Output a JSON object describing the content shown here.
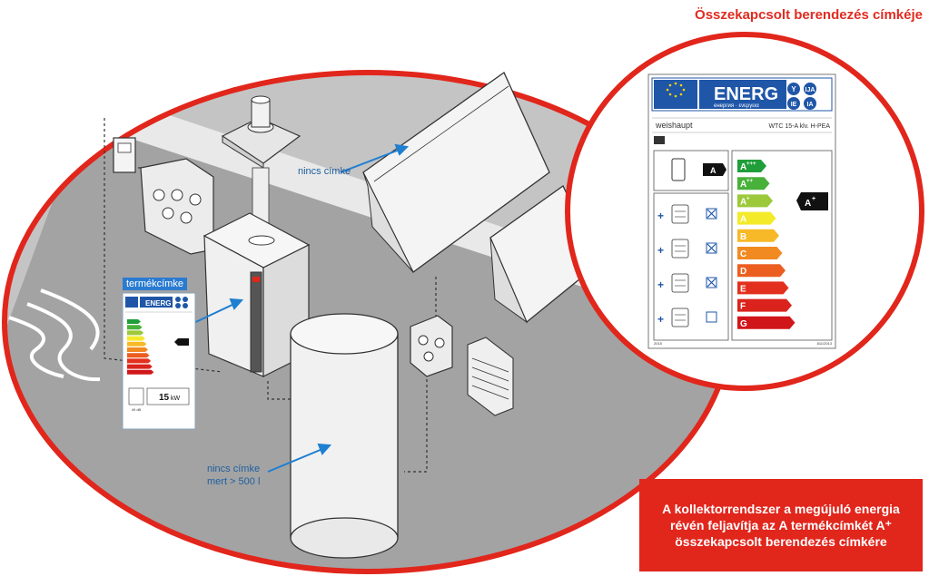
{
  "title": "Összekapcsolt berendezés címkéje",
  "callouts": {
    "collector": "nincs címke",
    "product_label": "termékcímke",
    "tank_line1": "nincs címke",
    "tank_line2": "mert > 500 l"
  },
  "info_box": "A kollektorrendszer a megújuló energia\nrévén feljavítja az A termékcímkét A⁺\nösszekapcsolt berendezés címkére",
  "energy_label": {
    "energ_text": "ENERG",
    "energ_sub": "енергия · ενεργεια",
    "lang_badges": [
      "Y",
      "IJA",
      "IE",
      "IA"
    ],
    "brand": "weishaupt",
    "model": "WTC 15-A klv. H-PEA",
    "heater_class": "A",
    "result_class": "A",
    "result_class_sup": "+",
    "scale": [
      {
        "label": "A",
        "sup": "+++",
        "color": "#1f9e3a"
      },
      {
        "label": "A",
        "sup": "++",
        "color": "#48b13a"
      },
      {
        "label": "A",
        "sup": "+",
        "color": "#9cc93a"
      },
      {
        "label": "A",
        "sup": "",
        "color": "#f3ea2a"
      },
      {
        "label": "B",
        "sup": "",
        "color": "#f7b927"
      },
      {
        "label": "C",
        "sup": "",
        "color": "#f28a22"
      },
      {
        "label": "D",
        "sup": "",
        "color": "#ec5e20"
      },
      {
        "label": "E",
        "sup": "",
        "color": "#e3301e"
      },
      {
        "label": "F",
        "sup": "",
        "color": "#d9231c"
      },
      {
        "label": "G",
        "sup": "",
        "color": "#d1161a"
      }
    ],
    "components": [
      {
        "icon": "solar-collector-icon",
        "checked": true
      },
      {
        "icon": "storage-tank-icon",
        "checked": true
      },
      {
        "icon": "temperature-control-icon",
        "checked": true
      },
      {
        "icon": "boiler-icon",
        "checked": false
      }
    ],
    "footer_left": "2015",
    "footer_right": "811/2013"
  },
  "small_label": {
    "energ_text": "ENERG",
    "power_value": "15",
    "power_unit": "kW",
    "noise": "49 dB"
  },
  "colors": {
    "accent_red": "#e1261c",
    "callout_blue": "#1f5fa0",
    "arrow_blue": "#1f7fd0",
    "floor_gray": "#9c9c9c",
    "wall_gray": "#bdbdbd",
    "eu_blue": "#1f56a8"
  }
}
